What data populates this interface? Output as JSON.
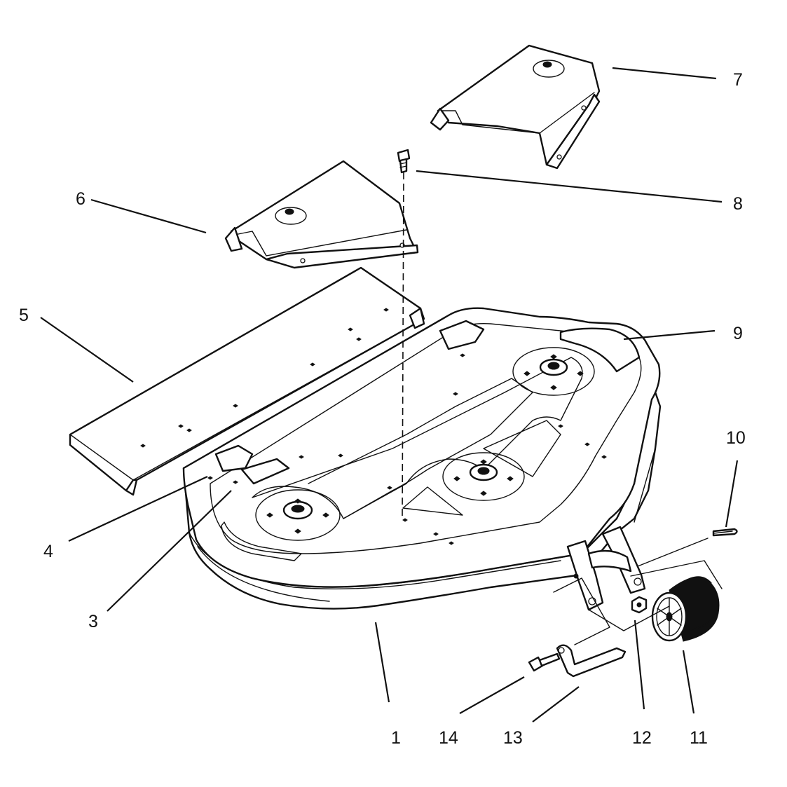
{
  "callouts": [
    {
      "id": "1",
      "label": "1",
      "part": "mower deck"
    },
    {
      "id": "3",
      "label": "3",
      "part": "decal"
    },
    {
      "id": "4",
      "label": "4",
      "part": "decal"
    },
    {
      "id": "5",
      "label": "5",
      "part": "center cover"
    },
    {
      "id": "6",
      "label": "6",
      "part": "left pulley cover"
    },
    {
      "id": "7",
      "label": "7",
      "part": "right pulley cover"
    },
    {
      "id": "8",
      "label": "8",
      "part": "screw"
    },
    {
      "id": "9",
      "label": "9",
      "part": "decal"
    },
    {
      "id": "10",
      "label": "10",
      "part": "cotter pin"
    },
    {
      "id": "11",
      "label": "11",
      "part": "gauge wheel"
    },
    {
      "id": "12",
      "label": "12",
      "part": "nut"
    },
    {
      "id": "13",
      "label": "13",
      "part": "wheel bracket"
    },
    {
      "id": "14",
      "label": "14",
      "part": "bolt"
    }
  ],
  "colors": {
    "ink": "#111111",
    "paper": "#ffffff"
  }
}
